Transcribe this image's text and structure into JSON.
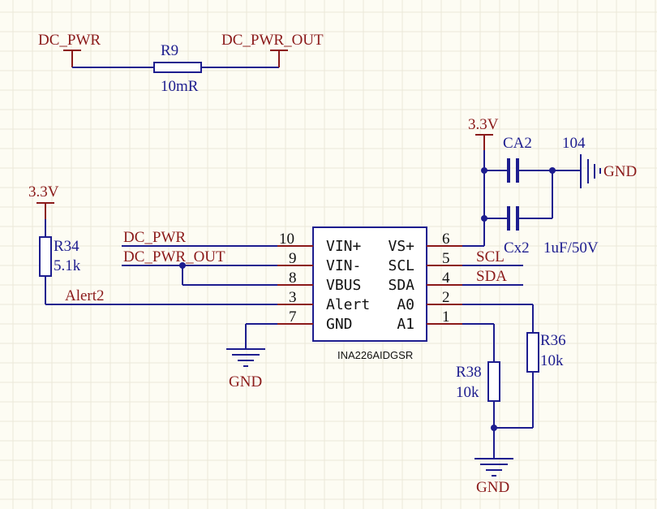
{
  "top": {
    "port_in": "DC_PWR",
    "port_out": "DC_PWR_OUT",
    "shunt_ref": "R9",
    "shunt_val": "10mR"
  },
  "ic": {
    "part": "INA226AIDGSR",
    "left_pins": [
      {
        "num": "10",
        "name": "VIN+",
        "net": "DC_PWR"
      },
      {
        "num": "9",
        "name": "VIN-",
        "net": "DC_PWR_OUT"
      },
      {
        "num": "8",
        "name": "VBUS",
        "net": ""
      },
      {
        "num": "3",
        "name": "Alert",
        "net": "Alert2"
      },
      {
        "num": "7",
        "name": "GND",
        "net": ""
      }
    ],
    "right_pins": [
      {
        "num": "6",
        "name": "VS+",
        "net": ""
      },
      {
        "num": "5",
        "name": "SCL",
        "net": "SCL"
      },
      {
        "num": "4",
        "name": "SDA",
        "net": "SDA"
      },
      {
        "num": "2",
        "name": "A0",
        "net": ""
      },
      {
        "num": "1",
        "name": "A1",
        "net": ""
      }
    ]
  },
  "pullup": {
    "rail": "3.3V",
    "ref": "R34",
    "val": "5.1k"
  },
  "decoupling": {
    "rail": "3.3V",
    "cap1_ref": "CA2",
    "cap1_val": "104",
    "cap2_ref": "Cx2",
    "cap2_val": "1uF/50V",
    "gnd": "GND"
  },
  "addr": {
    "r36_ref": "R36",
    "r36_val": "10k",
    "r38_ref": "R38",
    "r38_val": "10k"
  },
  "ground": {
    "ic": "GND",
    "addr": "GND"
  }
}
